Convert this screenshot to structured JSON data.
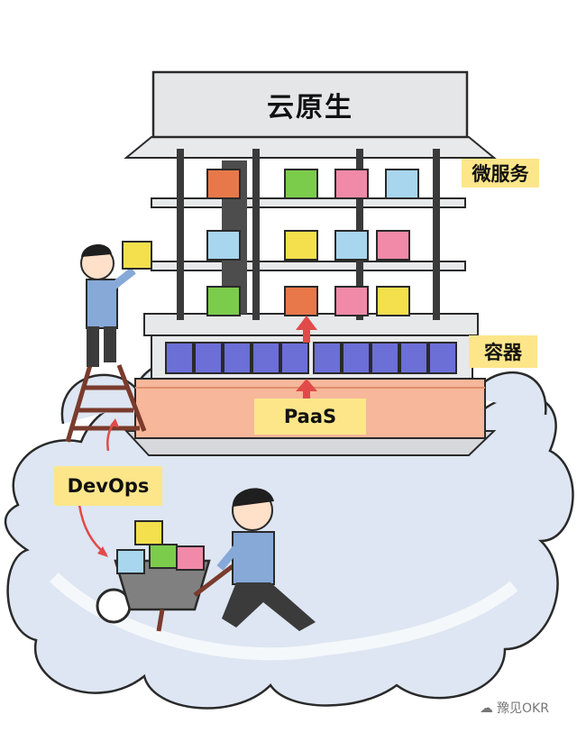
{
  "title": "云原生",
  "labels": {
    "microservices": "微服务",
    "containers": "容器",
    "paas": "PaaS",
    "devops": "DevOps"
  },
  "watermark": "豫见OKR",
  "colors": {
    "tower_frame": "#3a3a3a",
    "slab": "#e4e6e8",
    "container_band": "#6b6fd6",
    "paas_band": "#f6b79a",
    "label_bg": "#fde68a",
    "arrow": "#e24a4a",
    "cloud": "#dde6f2"
  }
}
